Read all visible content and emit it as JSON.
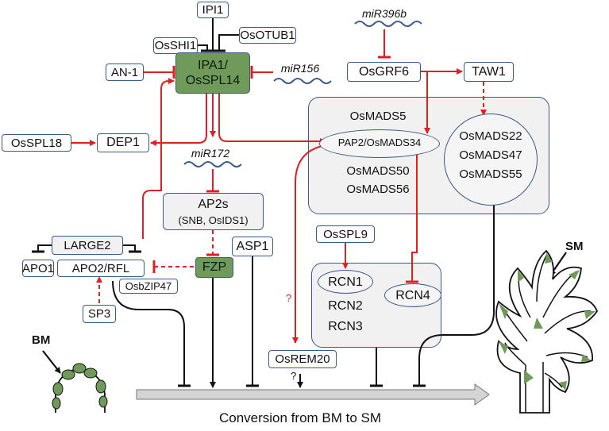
{
  "nodes": {
    "ipi1": "IPI1",
    "osshi1": "OsSHI1",
    "osotub1": "OsOTUB1",
    "an1": "AN-1",
    "ipa1_line1": "IPA1/",
    "ipa1_line2": "OsSPL14",
    "mir156": "miR156",
    "mir396b": "miR396b",
    "osgrf6": "OsGRF6",
    "taw1": "TAW1",
    "osspl18": "OsSPL18",
    "dep1": "DEP1",
    "osmads5": "OsMADS5",
    "pap2": "PAP2/OsMADS34",
    "osmads50": "OsMADS50",
    "osmads56": "OsMADS56",
    "osmads22": "OsMADS22",
    "osmads47": "OsMADS47",
    "osmads55": "OsMADS55",
    "mir172": "miR172",
    "ap2s_title": "AP2s",
    "ap2s_sub": "(SNB, OsIDS1)",
    "large2": "LARGE2",
    "apo1": "APO1",
    "apo2": "APO2/RFL",
    "fzp": "FZP",
    "asp1": "ASP1",
    "osbzip47": "OsbZIP47",
    "sp3": "SP3",
    "osspl9": "OsSPL9",
    "rcn1": "RCN1",
    "rcn2": "RCN2",
    "rcn3": "RCN3",
    "rcn4": "RCN4",
    "osrem20": "OsREM20"
  },
  "labels": {
    "bm": "BM",
    "sm": "SM",
    "conversion": "Conversion from BM to SM",
    "question_red": "?",
    "question_black": "?"
  },
  "colors": {
    "activation": "#e02020",
    "inhibition_black": "#111111",
    "box_border": "#3b5a8c",
    "highlight_green": "#6f9a5a",
    "panel_gray": "#f1f1f1"
  }
}
